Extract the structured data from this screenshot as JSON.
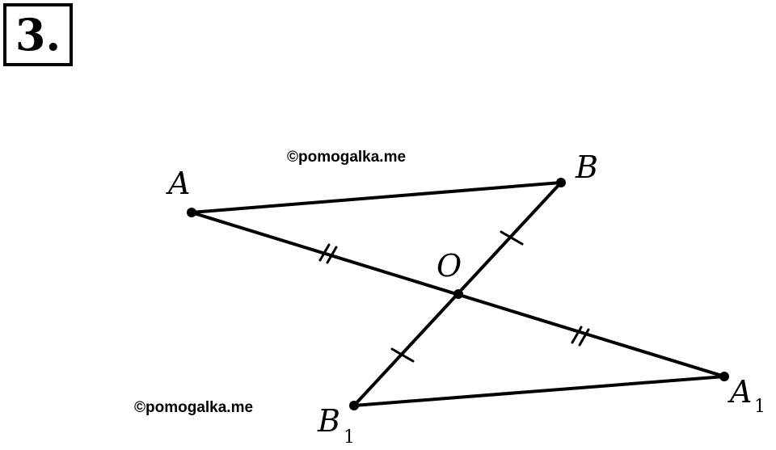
{
  "problem": {
    "number": "3."
  },
  "watermarks": [
    "©pomogalka.me",
    "©pomogalka.me"
  ],
  "points": {
    "A": {
      "letter": "A",
      "subscript": ""
    },
    "B": {
      "letter": "B",
      "subscript": ""
    },
    "O": {
      "letter": "O",
      "subscript": ""
    },
    "A1": {
      "letter": "A",
      "subscript": "1"
    },
    "B1": {
      "letter": "B",
      "subscript": "1"
    }
  },
  "colors": {
    "stroke": "#000000",
    "background": "#ffffff"
  }
}
